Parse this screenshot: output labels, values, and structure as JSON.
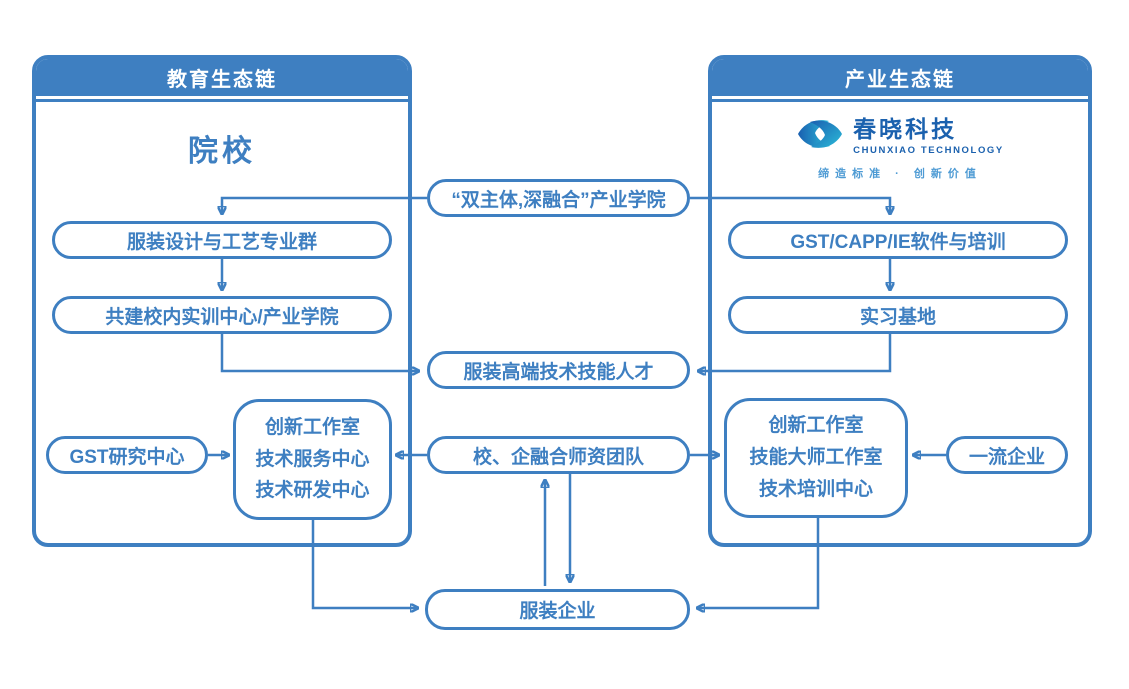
{
  "colors": {
    "primary": "#3E7FC1",
    "logo_dark": "#1A5FB0",
    "logo_teal": "#2BBCD9",
    "logo_text": "#1B61AE",
    "tagline": "#4E9BD4"
  },
  "left_panel": {
    "header": "教育生态链",
    "title": "院校",
    "major_group": "服装设计与工艺专业群",
    "training_center": "共建校内实训中心/产业学院",
    "gst_research": "GST研究中心",
    "center_box": {
      "lines": [
        "创新工作室",
        "技术服务中心",
        "技术研发中心"
      ]
    }
  },
  "right_panel": {
    "header": "产业生态链",
    "logo": {
      "icon": "eye-swirl-logo",
      "name": "春晓科技",
      "subtitle": "CHUNXIAO TECHNOLOGY",
      "tagline": "缔造标准 · 创新价值"
    },
    "software_training": "GST/CAPP/IE软件与培训",
    "internship_base": "实习基地",
    "center_box": {
      "lines": [
        "创新工作室",
        "技能大师工作室",
        "技术培训中心"
      ]
    },
    "top_enterprise": "一流企业"
  },
  "middle": {
    "industry_college": "“双主体,深融合”产业学院",
    "talent": "服装高端技术技能人才",
    "teacher_team": "校、企融合师资团队",
    "garment_enterprise": "服装企业"
  }
}
